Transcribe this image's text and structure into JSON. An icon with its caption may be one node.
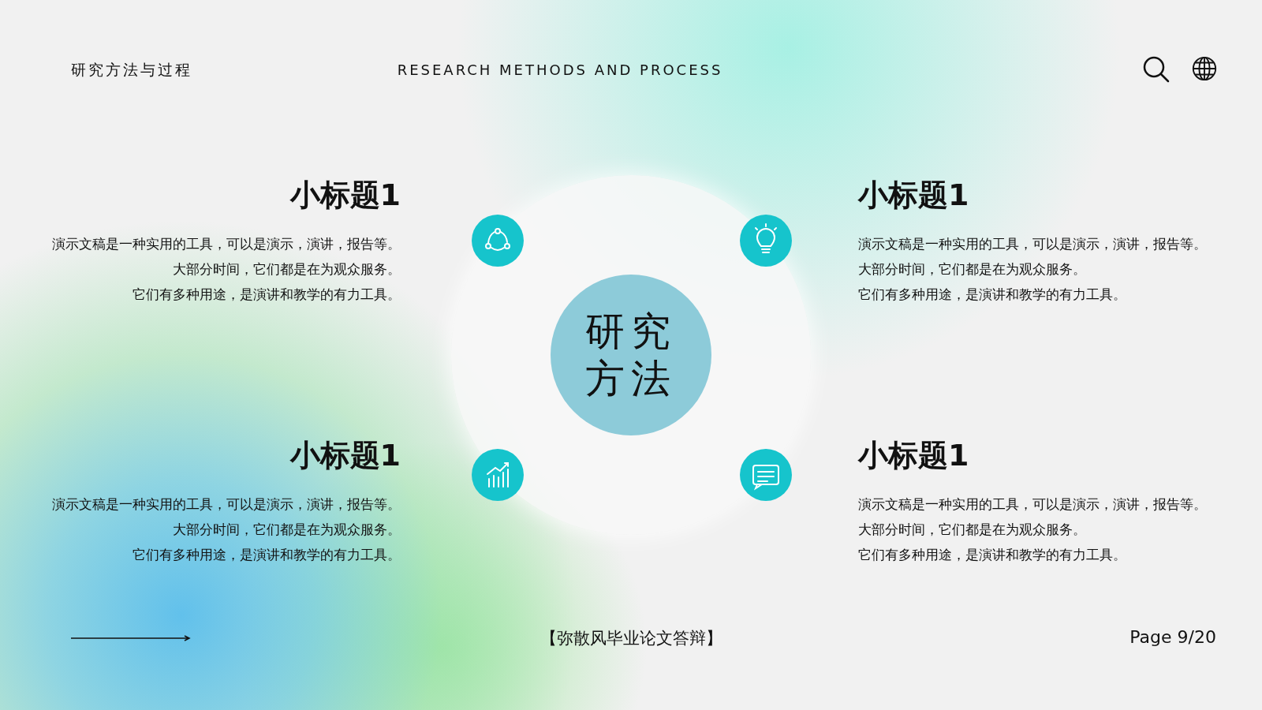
{
  "diagram": {
    "nodes": [
      {
        "text": [],
        "shape": "circle"
      },
      {
        "text": [
          "研究方法"
        ],
        "in": 0
      }
    ],
    "labels": [
      "研究方法与过程",
      "RESEARCH METHODS AND PROCESS",
      "小标题1",
      "演示文稿是一种实用的工具，可以是演示，演讲，报告等。",
      "大部分时间，它们都是在为观众服务。",
      "它们有多种用途，是演讲和教学的有力工具。",
      "小标题1",
      "演示文稿是一种实用的工具，可以是演示，演讲，报告等。",
      "大部分时间，它们都是在为观众服务。",
      "它们有多种用途，是演讲和教学的有力工具。",
      "小标题1",
      "演示文稿是一种实用的工具，可以是演示，演讲，报告等。",
      "大部分时间，它们都是在为观众服务。",
      "它们有多种用途，是演讲和教学的有力工具。",
      "小标题1",
      "演示文稿是一种实用的工具，可以是演示，演讲，报告等。",
      "大部分时间，它们都是在为观众服务。",
      "它们有多种用途，是演讲和教学的有力工具。",
      "【弥散风毕业论文答辩】",
      "Page 9/20"
    ]
  }
}
